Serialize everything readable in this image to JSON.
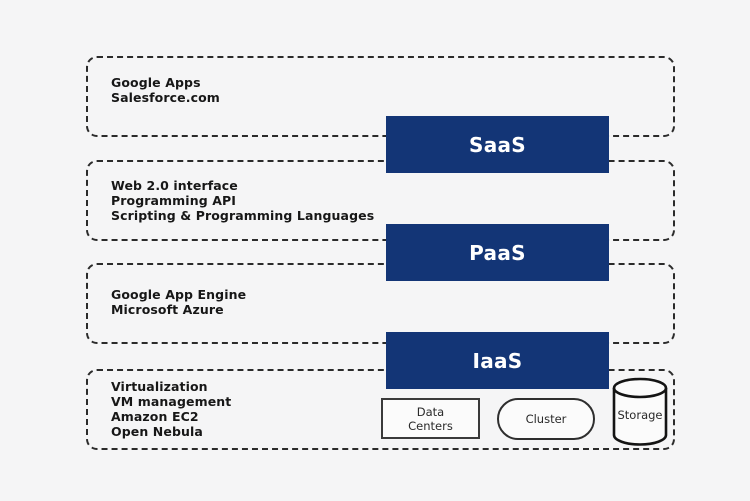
{
  "diagram_type": "cloud-service-stack",
  "colors": {
    "background": "#f5f5f6",
    "accent_navy": "#133576",
    "dashed_border": "#2b2b2b",
    "text": "#171717"
  },
  "layers": [
    {
      "badge": "SaaS",
      "items": [
        "Google Apps",
        "Salesforce.com"
      ]
    },
    {
      "badge": "PaaS",
      "items": [
        "Web 2.0 interface",
        "Programming API",
        "Scripting & Programming Languages"
      ]
    },
    {
      "badge": "IaaS",
      "items": [
        "Google App Engine",
        "Microsoft Azure"
      ]
    },
    {
      "badge": "",
      "items": [
        "Virtualization",
        "VM management",
        "Amazon EC2",
        "Open Nebula"
      ]
    }
  ],
  "infrastructure": {
    "data_centers_label": "Data Centers",
    "cluster_label": "Cluster",
    "storage_label": "Storage"
  }
}
